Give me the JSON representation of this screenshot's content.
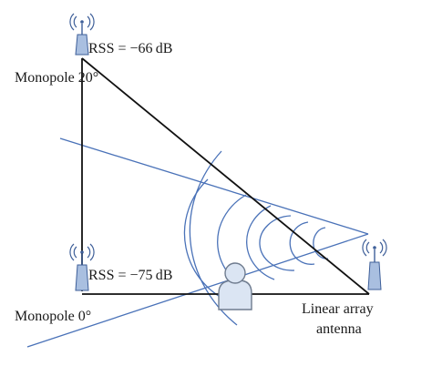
{
  "labels": {
    "top_rss": "RSS = −66 dB",
    "top_monopole": "Monopole 20°",
    "bottom_rss": "RSS = −75 dB",
    "bottom_monopole": "Monopole 0°",
    "array_line1": "Linear array",
    "array_line2": "antenna"
  },
  "icons": {
    "monopole": "monopole-antenna-icon",
    "person": "person-icon",
    "signal": "wifi-signal-icon"
  },
  "colors": {
    "beam": "#4a72b8",
    "line": "#111111",
    "antenna_fill": "#a9bfe0",
    "antenna_stroke": "#3e5f99"
  }
}
